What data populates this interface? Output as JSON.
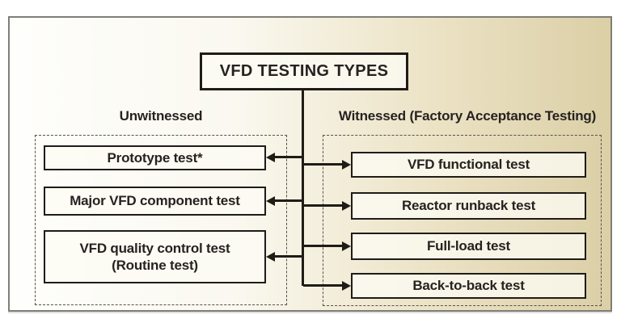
{
  "diagram": {
    "title": "VFD TESTING TYPES",
    "unwitnessed": {
      "label": "Unwitnessed",
      "items": [
        {
          "label": "Prototype test*"
        },
        {
          "label": "Major VFD component test"
        },
        {
          "label": "VFD quality control test",
          "label2": "(Routine test)"
        }
      ]
    },
    "witnessed": {
      "label": "Witnessed (Factory Acceptance Testing)",
      "items": [
        {
          "label": "VFD functional test"
        },
        {
          "label": "Reactor runback test"
        },
        {
          "label": "Full-load test"
        },
        {
          "label": "Back-to-back test"
        }
      ]
    }
  },
  "colors": {
    "line_ink": "#1f1c18",
    "text": "#262220",
    "panel_tan": "#dbcfa6",
    "panel_white": "#fefefc",
    "box_fill": "#fdfbf3",
    "dashed_border": "#55524a",
    "frame_border": "#7f7e76"
  }
}
